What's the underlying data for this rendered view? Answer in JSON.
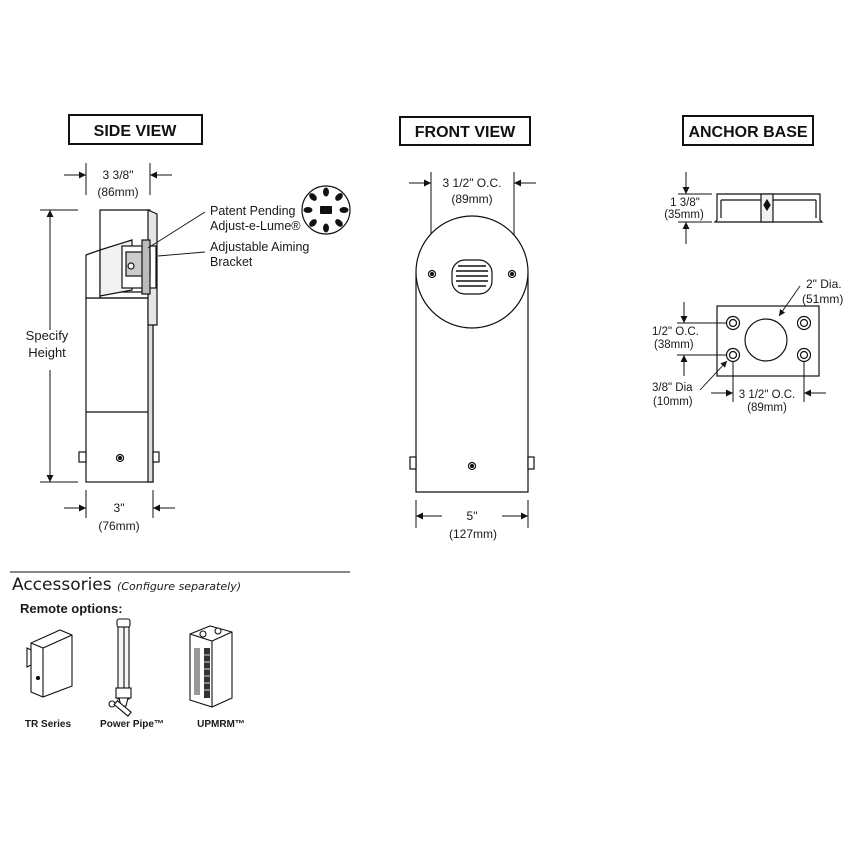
{
  "views": {
    "side": {
      "heading": "SIDE VIEW",
      "top_dim": "3 3/8\"",
      "top_dim_mm": "(86mm)",
      "height_label_1": "Specify",
      "height_label_2": "Height",
      "callout_1a": "Patent Pending",
      "callout_1b": "Adjust-e-Lume®",
      "callout_2a": "Adjustable Aiming",
      "callout_2b": "Bracket",
      "bottom_dim": "3\"",
      "bottom_dim_mm": "(76mm)"
    },
    "front": {
      "heading": "FRONT VIEW",
      "top_dim": "3 1/2\" O.C.",
      "top_dim_mm": "(89mm)",
      "bottom_dim": "5\"",
      "bottom_dim_mm": "(127mm)"
    },
    "anchor": {
      "heading": "ANCHOR BASE",
      "height_dim": "1 3/8\"",
      "height_dim_mm": "(35mm)",
      "hole_dim": "2\" Dia.",
      "hole_dim_mm": "(51mm)",
      "vert_oc": "1/2\" O.C.",
      "vert_oc_mm": "(38mm)",
      "bolt_dia": "3/8\" Dia",
      "bolt_dia_mm": "(10mm)",
      "horiz_oc": "3 1/2\" O.C.",
      "horiz_oc_mm": "(89mm)"
    }
  },
  "accessories": {
    "title": "Accessories",
    "note": "(Configure separately)",
    "subtitle": "Remote options:",
    "items": [
      {
        "label": "TR Series"
      },
      {
        "label": "Power Pipe™"
      },
      {
        "label": "UPMRM™"
      }
    ]
  }
}
